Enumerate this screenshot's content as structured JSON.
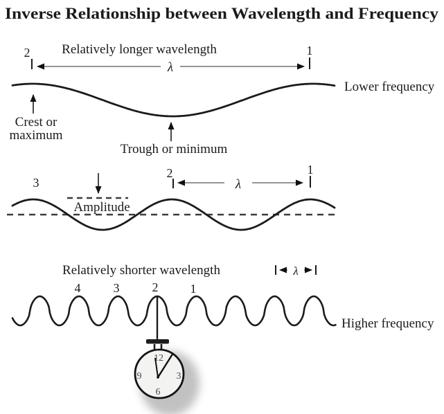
{
  "title": "Inverse Relationship between Wavelength and Frequency",
  "colors": {
    "ink": "#1b1b1b",
    "dimension_line": "#555555",
    "dashed_reference": "#3c3c3c",
    "watch_numeral": "#4a4a4a",
    "watch_face": "#f3f3f1",
    "shadow": "#8f8f8f",
    "background": "#ffffff"
  },
  "long_wave": {
    "marker_2": "2",
    "marker_1": "1",
    "span_label": "Relatively longer wavelength",
    "lambda": "λ",
    "frequency_label": "Lower frequency",
    "crest_label_line1": "Crest or",
    "crest_label_line2": "maximum",
    "trough_label": "Trough or minimum"
  },
  "medium_wave": {
    "marker_3": "3",
    "marker_2": "2",
    "marker_1": "1",
    "lambda": "λ",
    "amplitude_label": "Amplitude"
  },
  "short_wave": {
    "span_label": "Relatively shorter wavelength",
    "lambda": "λ",
    "marker_4": "4",
    "marker_3": "3",
    "marker_2": "2",
    "marker_1": "1",
    "frequency_label": "Higher frequency"
  },
  "stopwatch": {
    "numeral_12": "12",
    "numeral_3": "3",
    "numeral_6": "6",
    "numeral_9": "9"
  }
}
